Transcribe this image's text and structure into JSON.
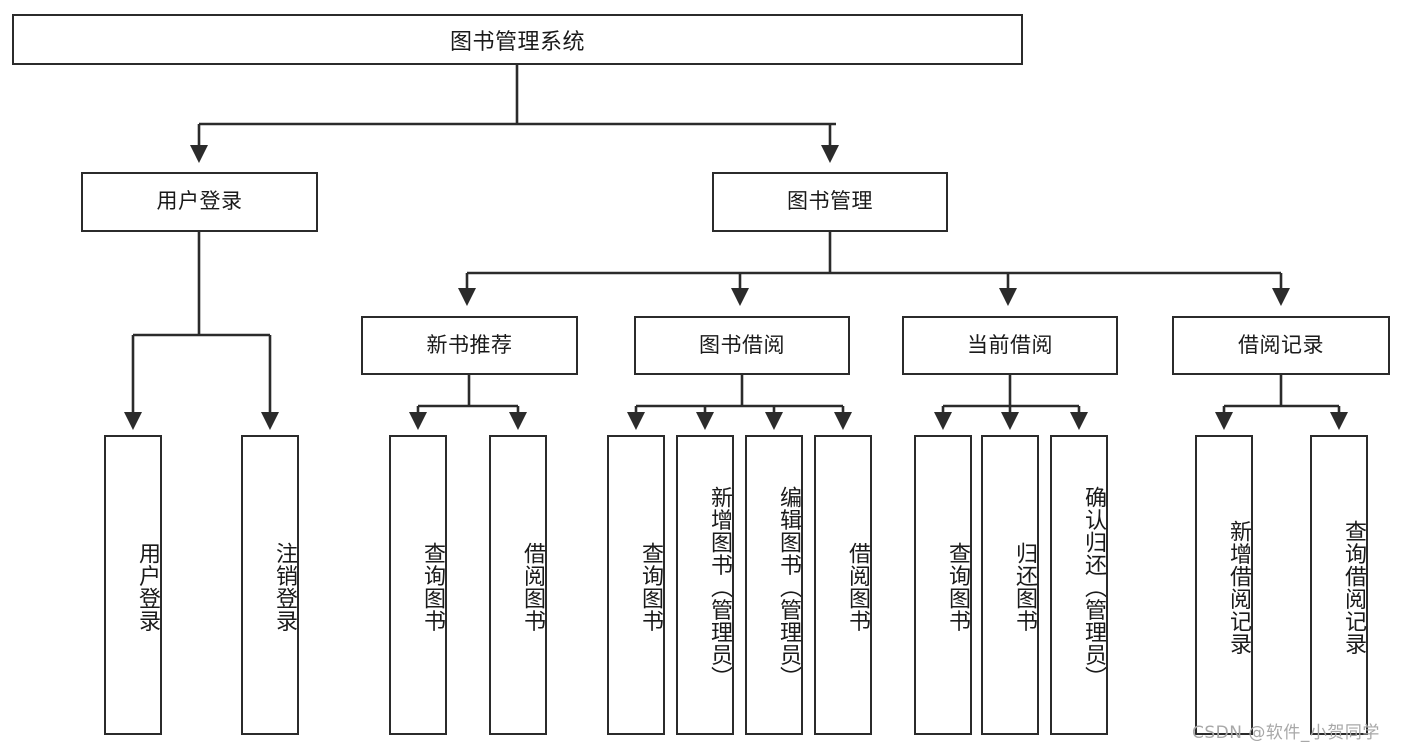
{
  "diagram": {
    "title": "图书管理系统",
    "watermark": "CSDN @软件_小贺同学",
    "stroke_color": "#2b2b2b",
    "fill_color": "#ffffff",
    "text_color": "#1a1a1a",
    "watermark_color": "#a8a8a8"
  },
  "nodes": {
    "root": {
      "label": "图书管理系统"
    },
    "level1": [
      {
        "label": "用户登录"
      },
      {
        "label": "图书管理"
      }
    ],
    "level2": [
      {
        "label": "新书推荐"
      },
      {
        "label": "图书借阅"
      },
      {
        "label": "当前借阅"
      },
      {
        "label": "借阅记录"
      }
    ],
    "leaves": {
      "user_login": [
        {
          "label": "用户登录"
        },
        {
          "label": "注销登录"
        }
      ],
      "new_book_recommend": [
        {
          "label": "查询图书"
        },
        {
          "label": "借阅图书"
        }
      ],
      "book_borrow": [
        {
          "label": "查询图书"
        },
        {
          "label": "新增图书（管理员）"
        },
        {
          "label": "编辑图书（管理员）"
        },
        {
          "label": "借阅图书"
        }
      ],
      "current_borrow": [
        {
          "label": "查询图书"
        },
        {
          "label": "归还图书"
        },
        {
          "label": "确认归还（管理员）"
        }
      ],
      "borrow_records": [
        {
          "label": "新增借阅记录"
        },
        {
          "label": "查询借阅记录"
        }
      ]
    }
  }
}
